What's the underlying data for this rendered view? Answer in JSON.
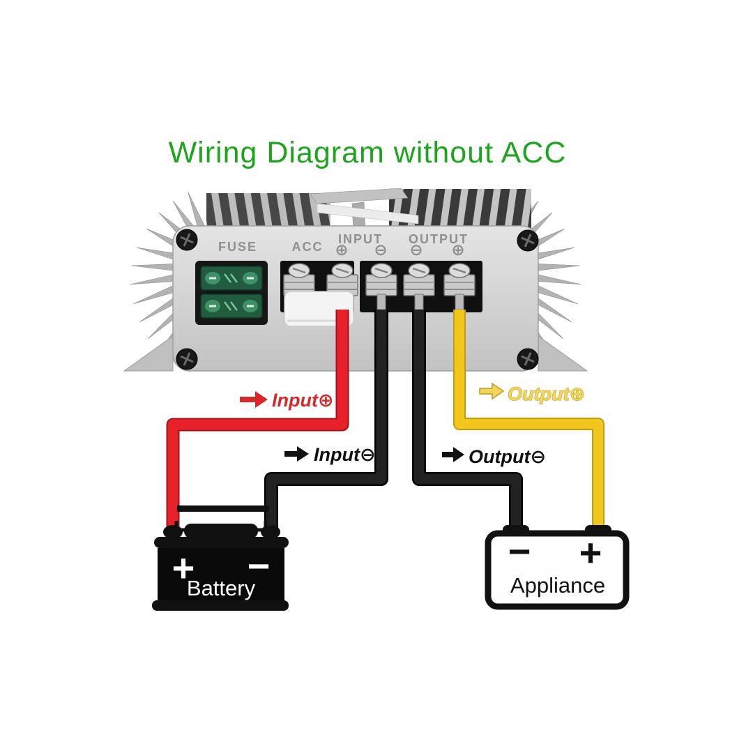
{
  "title": {
    "text": "Wiring Diagram without ACC"
  },
  "colors": {
    "title_green": "#1fa41f",
    "wire_red": "#e62129",
    "wire_black": "#222222",
    "wire_yellow": "#f2c71d",
    "label_red": "#d42a2a",
    "label_black": "#111111",
    "label_yellow": "#f2d558",
    "faceplate_text": "#8f8f8f"
  },
  "device": {
    "labels": {
      "fuse": "FUSE",
      "acc": "ACC",
      "input": "INPUT",
      "output": "OUTPUT"
    },
    "symbols": {
      "input_plus": "⊕",
      "input_minus": "⊖",
      "output_minus": "⊖",
      "output_plus": "⊕"
    }
  },
  "wire_labels": {
    "input_plus": "Input⊕",
    "input_minus": "Input⊖",
    "output_plus": "Output⊕",
    "output_minus": "Output⊖"
  },
  "battery": {
    "plus": "+",
    "minus": "−",
    "name": "Battery"
  },
  "appliance": {
    "minus": "−",
    "plus": "+",
    "name": "Appliance"
  }
}
